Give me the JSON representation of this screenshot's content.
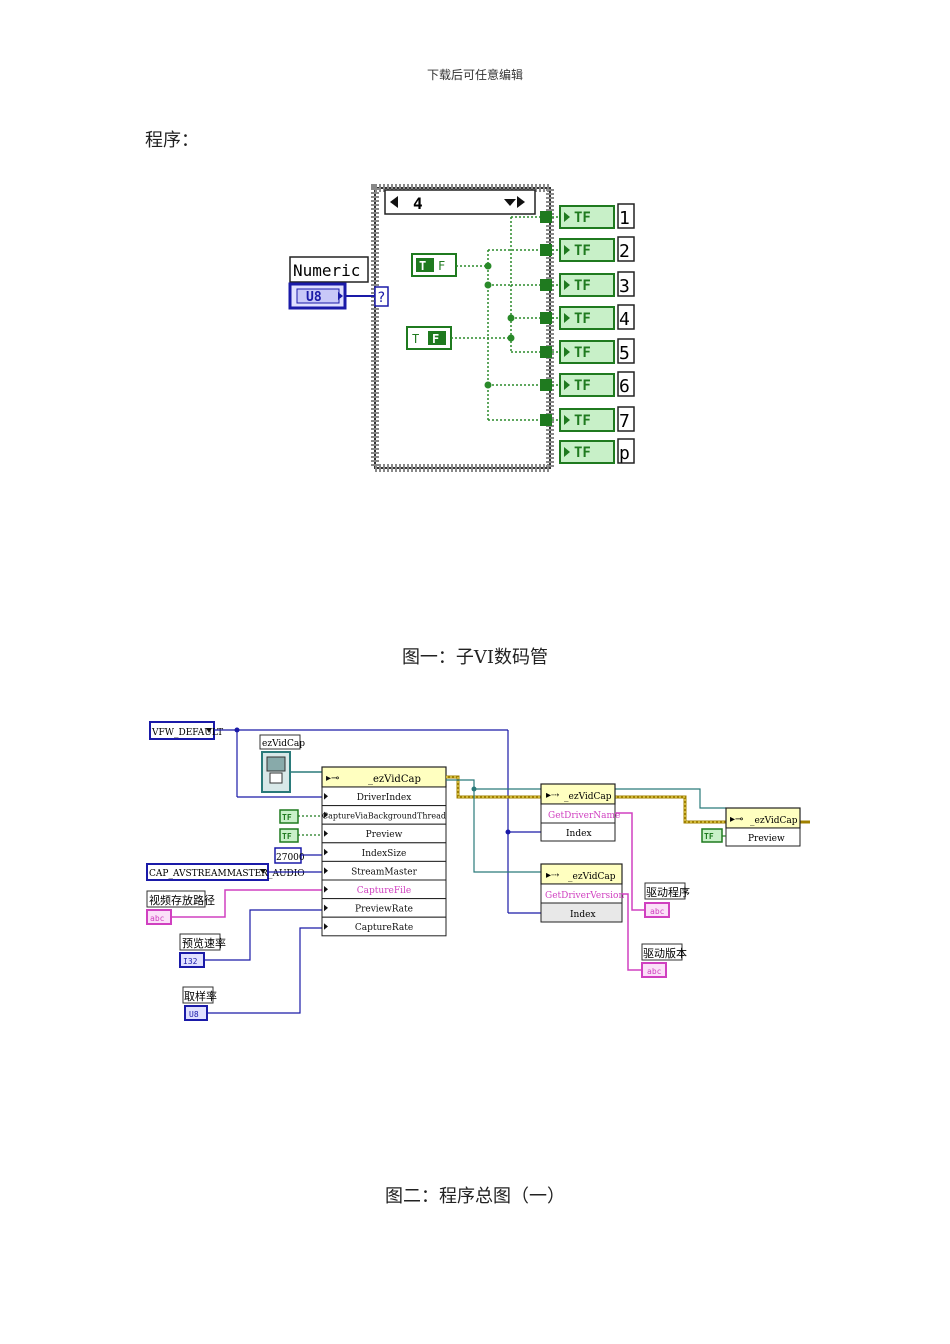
{
  "header": {
    "note": "下载后可任意编辑"
  },
  "section": {
    "label": "程序："
  },
  "figure1": {
    "caption": "图一：子VI数码管",
    "case_selector": "4",
    "control_label": "Numeric",
    "control_type": "U8",
    "selector_terminal": "?",
    "true_const": "T",
    "false_const": "F",
    "bool_terminal": "TF",
    "outputs": [
      "1",
      "2",
      "3",
      "4",
      "5",
      "6",
      "7",
      "p"
    ]
  },
  "figure2": {
    "caption": "图二：程序总图（一）",
    "ring_default": "VFW_DEFAULT",
    "ring_audio": "CAP_AVSTREAMMASTER_AUDIO",
    "class_label": "ezVidCap",
    "node_title": "_ezVidCap",
    "main_props": [
      "DriverIndex",
      "CaptureViaBackgroundThread",
      "Preview",
      "IndexSize",
      "StreamMaster",
      "CaptureFile",
      "PreviewRate",
      "CaptureRate"
    ],
    "index_size_value": "27000",
    "tf_label": "TF",
    "path_label": "视频存放路径",
    "preview_rate_label": "预览速率",
    "preview_rate_type": "I32",
    "capture_rate_label": "取样率",
    "capture_rate_type": "U8",
    "abc_label": "abc",
    "method1": {
      "name": "GetDriverName",
      "param": "Index"
    },
    "method2": {
      "name": "GetDriverVersion",
      "param": "Index"
    },
    "driver_name_label": "驱动程序",
    "driver_version_label": "驱动版本",
    "preview_node_prop": "Preview"
  },
  "colors": {
    "bool_green": "#1f7a1f",
    "bool_light": "#c8f0c8",
    "numeric_blue": "#1a1aa8",
    "string_pink": "#d040c0",
    "refnum_gold": "#a08000",
    "node_yellow": "#ffffc0"
  }
}
